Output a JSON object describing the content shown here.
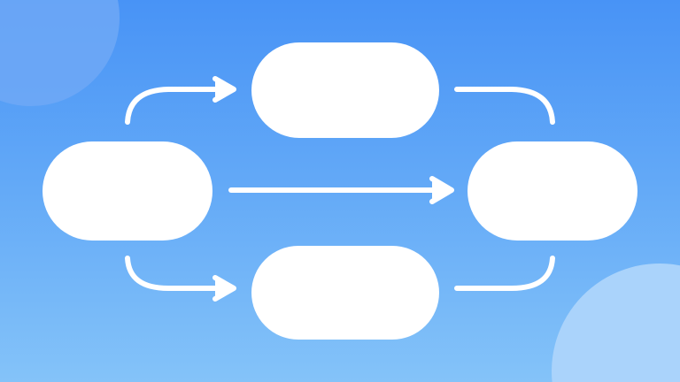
{
  "colors": {
    "background_top": "#4893f6",
    "background_bottom": "#84c3f9",
    "node_fill": "#ffffff",
    "connector": "#ffffff",
    "decor_circle_top_left": "#6ea8f6",
    "decor_circle_bottom_right": "#aad3fb"
  },
  "nodes": [
    {
      "id": "left",
      "label": ""
    },
    {
      "id": "top",
      "label": ""
    },
    {
      "id": "bottom",
      "label": ""
    },
    {
      "id": "right",
      "label": ""
    }
  ],
  "edges": [
    {
      "from": "left",
      "to": "top",
      "arrow": true
    },
    {
      "from": "left",
      "to": "bottom",
      "arrow": true
    },
    {
      "from": "left",
      "to": "right",
      "arrow": true
    },
    {
      "from": "top",
      "to": "right",
      "arrow": false
    },
    {
      "from": "bottom",
      "to": "right",
      "arrow": false
    }
  ]
}
